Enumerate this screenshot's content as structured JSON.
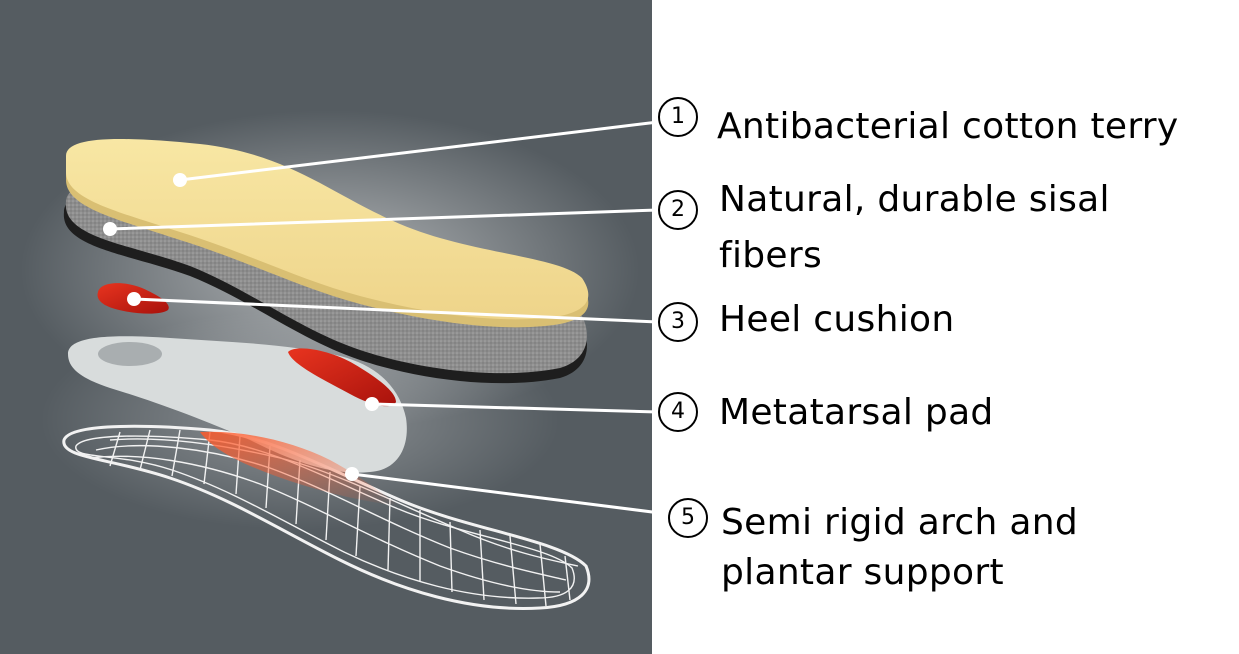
{
  "callouts": [
    {
      "number": "1",
      "label_lines": [
        "Antibacterial cotton terry"
      ]
    },
    {
      "number": "2",
      "label_lines": [
        "Natural, durable sisal",
        "fibers"
      ]
    },
    {
      "number": "3",
      "label_lines": [
        "Heel cushion"
      ]
    },
    {
      "number": "4",
      "label_lines": [
        "Metatarsal pad"
      ]
    },
    {
      "number": "5",
      "label_lines": [
        "Semi rigid arch and",
        "plantar support"
      ]
    }
  ],
  "colors": {
    "background": "#555c61",
    "terry_layer": "#f4e19a",
    "sisal_layer": "#8f8f8f",
    "cushion_red": "#cc1f15",
    "support_layer": "#d9dcdc",
    "leader_line": "#ffffff"
  }
}
